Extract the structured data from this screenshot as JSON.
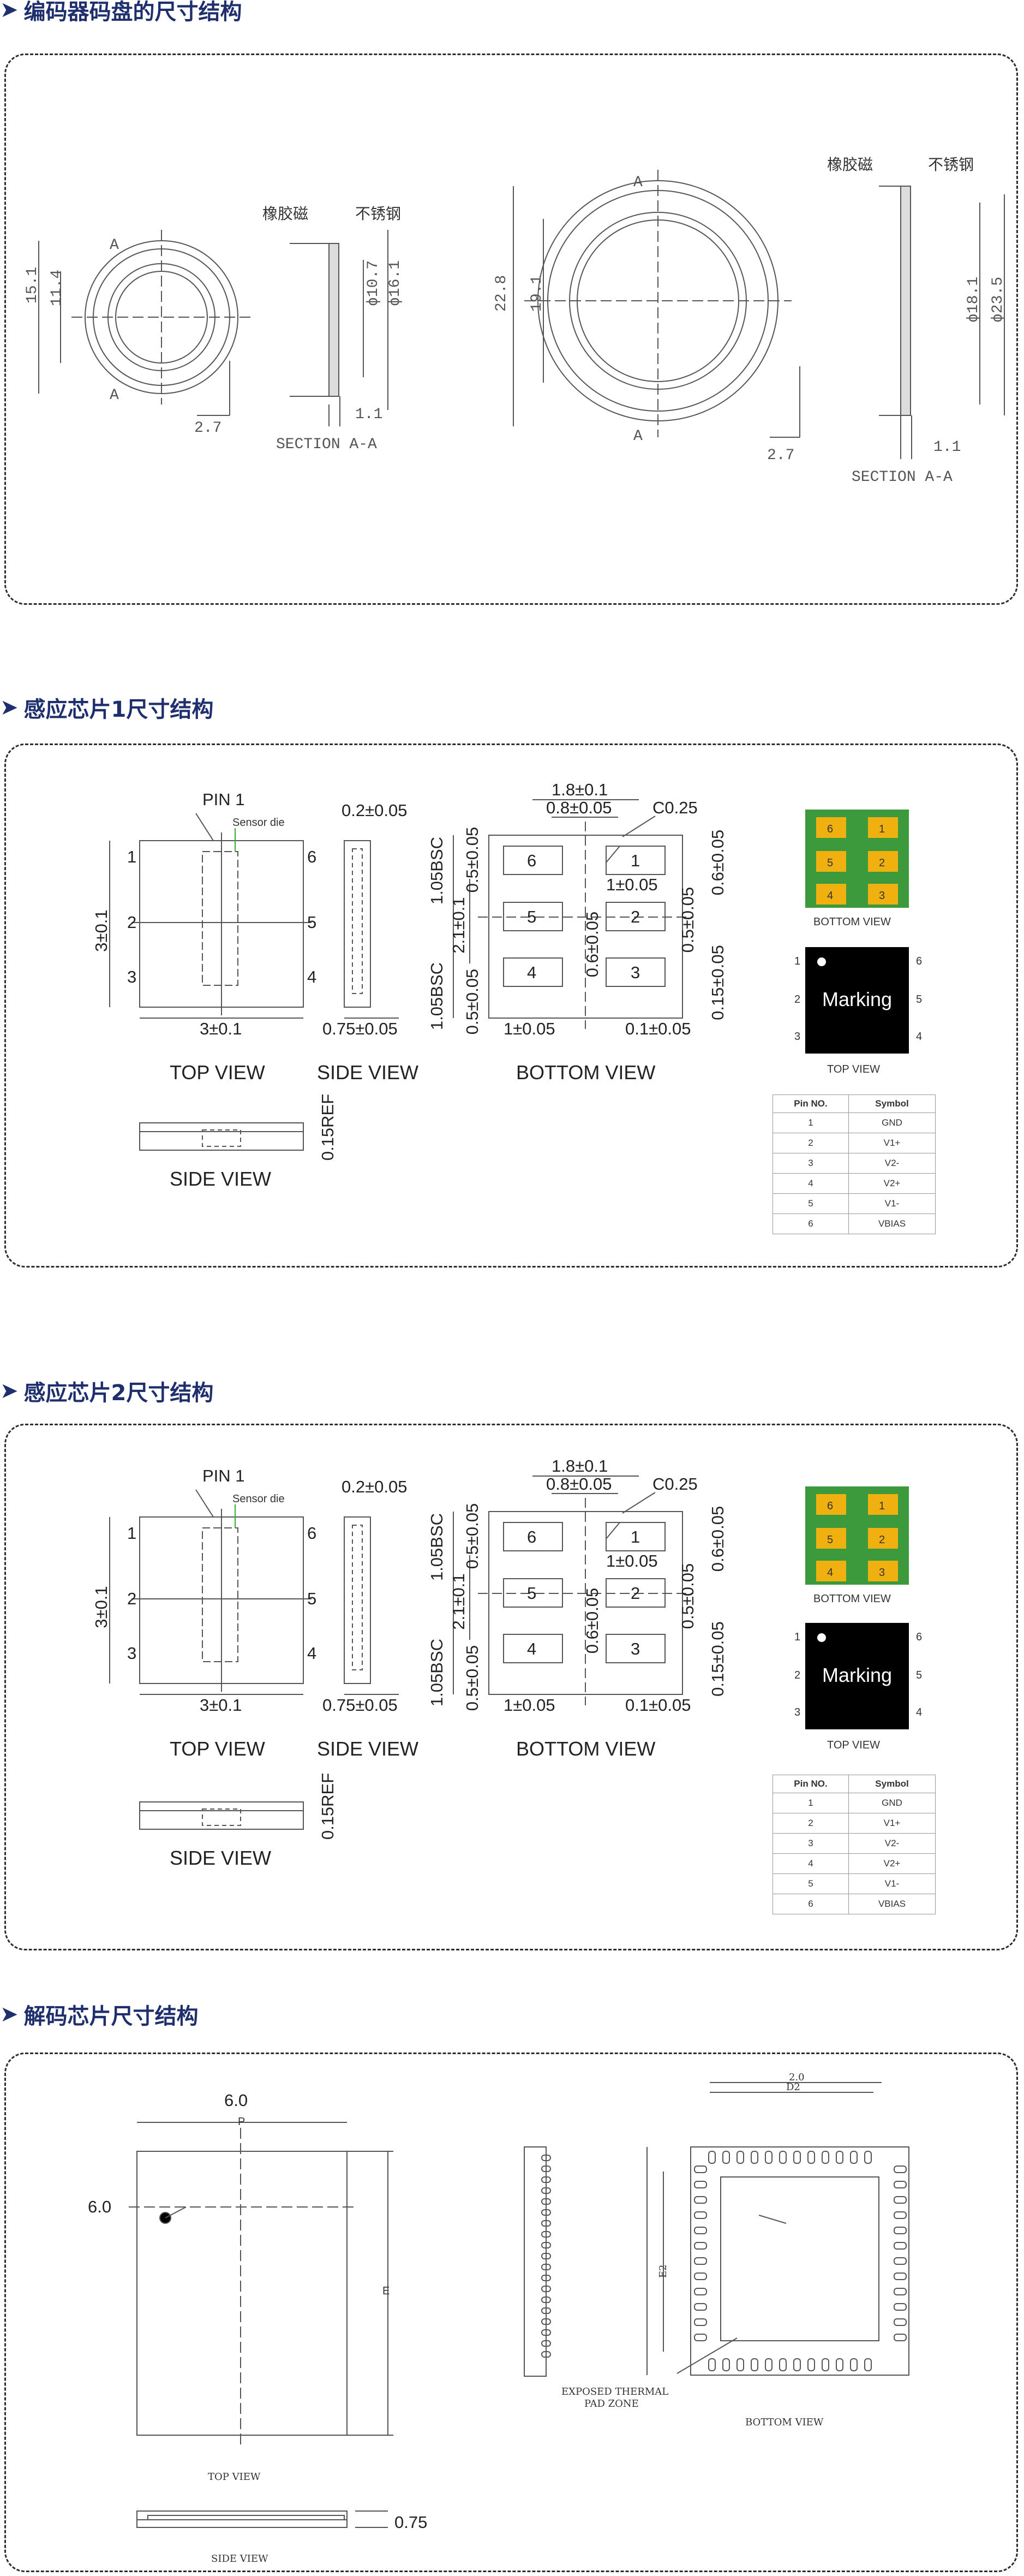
{
  "sections": [
    {
      "title": "编码器码盘的尺寸结构"
    },
    {
      "title": "感应芯片1尺寸结构"
    },
    {
      "title": "感应芯片2尺寸结构"
    },
    {
      "title": "解码芯片尺寸结构"
    }
  ],
  "encoder": {
    "small": {
      "d_outer": "15.1",
      "d_inner": "11.4",
      "offset": "2.7",
      "section_a": "A",
      "phi_in": "ϕ10.7",
      "phi_out": "ϕ16.1",
      "thickness": "1.1",
      "mat_rubber": "橡胶磁",
      "mat_steel": "不锈钢",
      "section_label": "SECTION A-A"
    },
    "large": {
      "d_outer": "22.8",
      "d_inner": "19.1",
      "offset": "2.7",
      "section_a": "A",
      "phi_in": "ϕ18.1",
      "phi_out": "ϕ23.5",
      "thickness": "1.1",
      "mat_rubber": "橡胶磁",
      "mat_steel": "不锈钢",
      "section_label": "SECTION A-A"
    }
  },
  "sensor_chip": {
    "pin1": "PIN 1",
    "sensor_die": "Sensor die",
    "top_w": "3±0.1",
    "top_h": "3±0.1",
    "pins_left": [
      "1",
      "2",
      "3"
    ],
    "pins_right": [
      "6",
      "5",
      "4"
    ],
    "side_w": "0.2±0.05",
    "side_t": "0.75±0.05",
    "side_ref": "0.15REF",
    "views": {
      "top": "TOP VIEW",
      "side": "SIDE VIEW",
      "bottom": "BOTTOM VIEW",
      "side2": "SIDE VIEW"
    },
    "bottom": {
      "w1": "1.8±0.1",
      "w2": "0.8±0.05",
      "c": "C0.25",
      "bsc1": "1.05BSC",
      "bsc2": "1.05BSC",
      "a1": "0.5±0.05",
      "a2": "0.5±0.05",
      "h": "2.1±0.1",
      "p1": "1±0.05",
      "p2": "0.6±0.05",
      "p3": "0.6±0.05",
      "p4": "0.5±0.05",
      "p5": "0.15±0.05",
      "p6": "1±0.05",
      "p7": "0.1±0.05",
      "pads": [
        "6",
        "1",
        "5",
        "2",
        "4",
        "3"
      ]
    },
    "marking": "Marking",
    "bottom_view_small": "BOTTOM VIEW",
    "top_view_small": "TOP VIEW",
    "pin_table": {
      "headers": [
        "Pin NO.",
        "Symbol"
      ],
      "rows": [
        [
          "1",
          "GND"
        ],
        [
          "2",
          "V1+"
        ],
        [
          "3",
          "V2-"
        ],
        [
          "4",
          "V2+"
        ],
        [
          "5",
          "V1-"
        ],
        [
          "6",
          "VBIAS"
        ]
      ]
    },
    "pad_colors": {
      "board": "#3c9a3c",
      "pad": "#f0b010"
    }
  },
  "decoder": {
    "top_w": "6.0",
    "top_h": "6.0",
    "p": "P",
    "e": "E",
    "view_top": "TOP VIEW",
    "view_bottom": "BOTTOM VIEW",
    "view_side": "SIDE VIEW",
    "side_t": "0.75",
    "exposed": "EXPOSED THERMAL",
    "pad_zone": "PAD ZONE",
    "d2": "D2",
    "e2": "E2",
    "dim_2d": "2.0"
  }
}
